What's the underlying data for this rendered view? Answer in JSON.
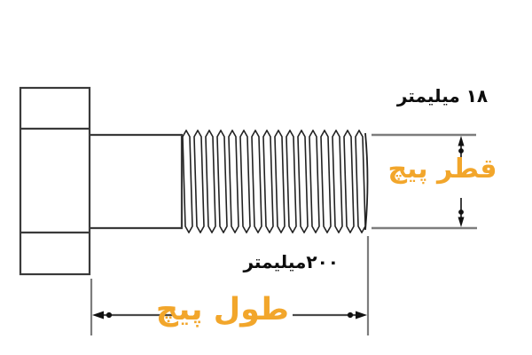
{
  "diagram": {
    "name": "bolt-dimension-diagram",
    "part": "hex-head-bolt-side-view",
    "dimensions": {
      "diameter": {
        "value_text": "۱۸ میلیمتر",
        "value_mm": 18,
        "label": "قطر پیچ"
      },
      "length": {
        "value_text": "۲۰۰میلیمتر",
        "value_mm": 200,
        "label": "طول پیچ"
      }
    },
    "colors": {
      "background": "#ffffff",
      "bolt_outline": "#3a3a3a",
      "thread_lines": "#222222",
      "extension_lines": "#7d7d7d",
      "dimension_line": "#4a4a4a",
      "arrow_black": "#111111",
      "accent_orange": "#F2A62B",
      "value_text_black": "#0d0d0d"
    }
  }
}
